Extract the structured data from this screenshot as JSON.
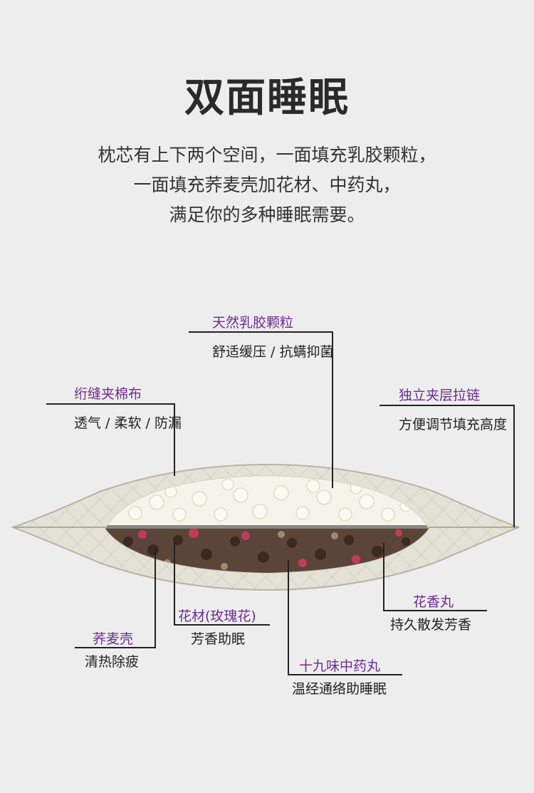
{
  "title": "双面睡眠",
  "description": [
    "枕芯有上下两个空间，一面填充乳胶颗粒，",
    "一面填充荞麦壳加花材、中药丸，",
    "满足你的多种睡眠需要。"
  ],
  "callouts": {
    "latex": {
      "heading": "天然乳胶颗粒",
      "sub": "舒适缓压 / 抗螨抑菌"
    },
    "fabric": {
      "heading": "绗缝夹棉布",
      "sub": "透气 / 柔软 / 防漏"
    },
    "zipper": {
      "heading": "独立夹层拉链",
      "sub": "方便调节填充高度"
    },
    "pill": {
      "heading": "花香丸",
      "sub": "持久散发芳香"
    },
    "flower": {
      "heading": "花材(玫瑰花)",
      "sub": "芳香助眠"
    },
    "buckwheat": {
      "heading": "荞麦壳",
      "sub": "清热除疲"
    },
    "herbal": {
      "heading": "十九味中药丸",
      "sub": "温经通络助睡眠"
    }
  },
  "colors": {
    "heading": "#6b2c8f",
    "background": "#ededed"
  }
}
